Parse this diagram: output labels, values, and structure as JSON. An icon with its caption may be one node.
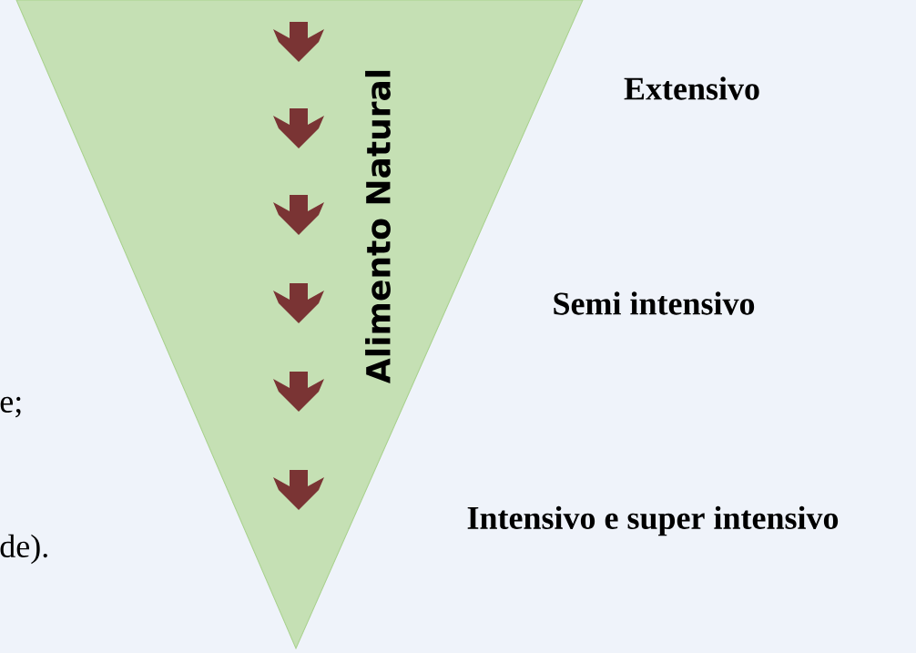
{
  "diagram": {
    "nodes": [
      {
        "text": [
          "Alimento Natural"
        ]
      }
    ],
    "labels": [
      "Extensivo",
      "Semi intensivo",
      "e;",
      "Intensivo e super intensivo",
      "de)."
    ]
  }
}
